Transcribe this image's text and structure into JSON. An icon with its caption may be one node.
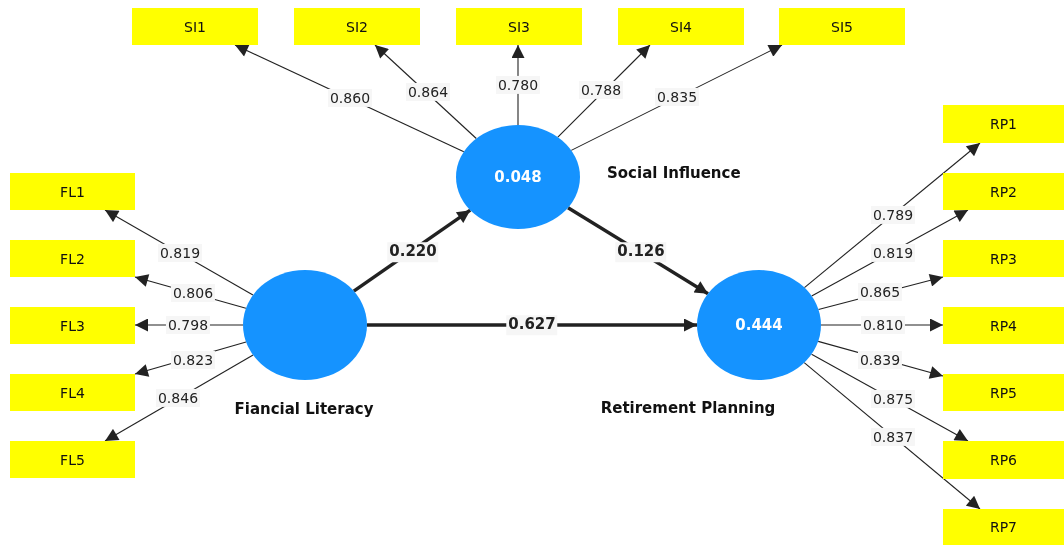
{
  "diagram": {
    "nodes": [
      {
        "text": [
          "SI1"
        ]
      },
      {
        "text": [
          "SI2"
        ]
      },
      {
        "text": [
          "SI3"
        ]
      },
      {
        "text": [
          "SI4"
        ]
      },
      {
        "text": [
          "SI5"
        ]
      },
      {
        "text": [
          "FL1"
        ]
      },
      {
        "text": [
          "FL2"
        ]
      },
      {
        "text": [
          "FL3"
        ]
      },
      {
        "text": [
          "FL4"
        ]
      },
      {
        "text": [
          "FL5"
        ]
      },
      {
        "text": [],
        "shape": "circle",
        "beside": [
          "Fiancial Literacy"
        ]
      },
      {
        "text": [
          "0.048"
        ],
        "beside": [
          "Social Influence"
        ]
      },
      {
        "text": [
          "0.444"
        ],
        "beside": [
          "Retirement Planning"
        ]
      },
      {
        "text": [
          "RP1"
        ]
      },
      {
        "text": [
          "RP2"
        ]
      },
      {
        "text": [
          "RP3"
        ]
      },
      {
        "text": [
          "RP4"
        ]
      },
      {
        "text": [
          "RP5"
        ]
      },
      {
        "text": [
          "RP6"
        ]
      },
      {
        "text": [
          "RP7"
        ]
      }
    ],
    "edges": [
      {
        "from": 10,
        "to": 11,
        "arrow": "to",
        "label": "0.220",
        "style": "thick"
      },
      {
        "from": 11,
        "to": 12,
        "arrow": "to",
        "label": "0.126",
        "style": "thick"
      },
      {
        "from": 10,
        "to": 12,
        "arrow": "to",
        "label": "0.627",
        "style": "thick"
      },
      {
        "from": 11,
        "to": 0,
        "arrow": "to",
        "label": "0.860"
      },
      {
        "from": 11,
        "to": 1,
        "arrow": "to",
        "label": "0.864"
      },
      {
        "from": 11,
        "to": 2,
        "arrow": "to",
        "label": "0.780"
      },
      {
        "from": 11,
        "to": 3,
        "arrow": "to",
        "label": "0.788"
      },
      {
        "from": 11,
        "to": 4,
        "arrow": "to",
        "label": "0.835"
      },
      {
        "from": 10,
        "to": 5,
        "arrow": "to",
        "label": "0.819"
      },
      {
        "from": 10,
        "to": 6,
        "arrow": "to",
        "label": "0.806"
      },
      {
        "from": 10,
        "to": 7,
        "arrow": "to",
        "label": "0.798"
      },
      {
        "from": 10,
        "to": 8,
        "arrow": "to",
        "label": "0.823"
      },
      {
        "from": 10,
        "to": 9,
        "arrow": "to",
        "label": "0.846"
      },
      {
        "from": 12,
        "to": 13,
        "arrow": "to",
        "label": "0.789"
      },
      {
        "from": 12,
        "to": 14,
        "arrow": "to",
        "label": "0.819"
      },
      {
        "from": 12,
        "to": 15,
        "arrow": "to",
        "label": "0.865"
      },
      {
        "from": 12,
        "to": 16,
        "arrow": "to",
        "label": "0.810"
      },
      {
        "from": 12,
        "to": 17,
        "arrow": "to",
        "label": "0.839"
      },
      {
        "from": 12,
        "to": 18,
        "arrow": "to",
        "label": "0.875"
      },
      {
        "from": 12,
        "to": 19,
        "arrow": "to",
        "label": "0.837"
      }
    ]
  }
}
